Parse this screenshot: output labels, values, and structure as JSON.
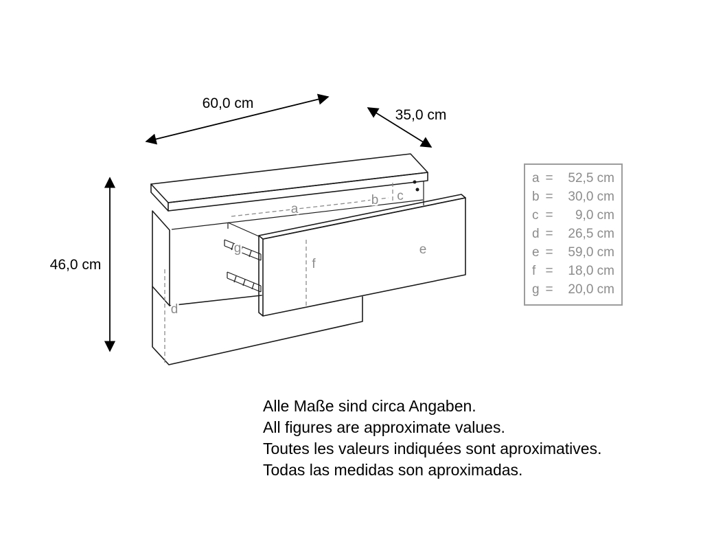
{
  "dimensions": {
    "width_label": "60,0 cm",
    "depth_label": "35,0 cm",
    "height_label": "46,0 cm"
  },
  "diagram_labels": {
    "a": "a",
    "b": "b",
    "c": "c",
    "d": "d",
    "e": "e",
    "f": "f",
    "g": "g"
  },
  "legend": {
    "entries": [
      {
        "key": "a",
        "eq": "=",
        "value": "52,5 cm"
      },
      {
        "key": "b",
        "eq": "=",
        "value": "30,0 cm"
      },
      {
        "key": "c",
        "eq": "=",
        "value": "9,0 cm"
      },
      {
        "key": "d",
        "eq": "=",
        "value": "26,5 cm"
      },
      {
        "key": "e",
        "eq": "=",
        "value": "59,0 cm"
      },
      {
        "key": "f",
        "eq": "=",
        "value": "18,0 cm"
      },
      {
        "key": "g",
        "eq": "=",
        "value": "20,0 cm"
      }
    ]
  },
  "notes": {
    "line1": "Alle Maße sind circa Angaben.",
    "line2": "All figures are approximate values.",
    "line3": "Toutes les valeurs indiquées sont aproximatives.",
    "line4": "Todas las medidas son aproximadas."
  },
  "colors": {
    "line": "#1a1a1a",
    "label_gray": "#8c8c8c",
    "legend_border": "#9c9c9c",
    "background": "#ffffff"
  }
}
